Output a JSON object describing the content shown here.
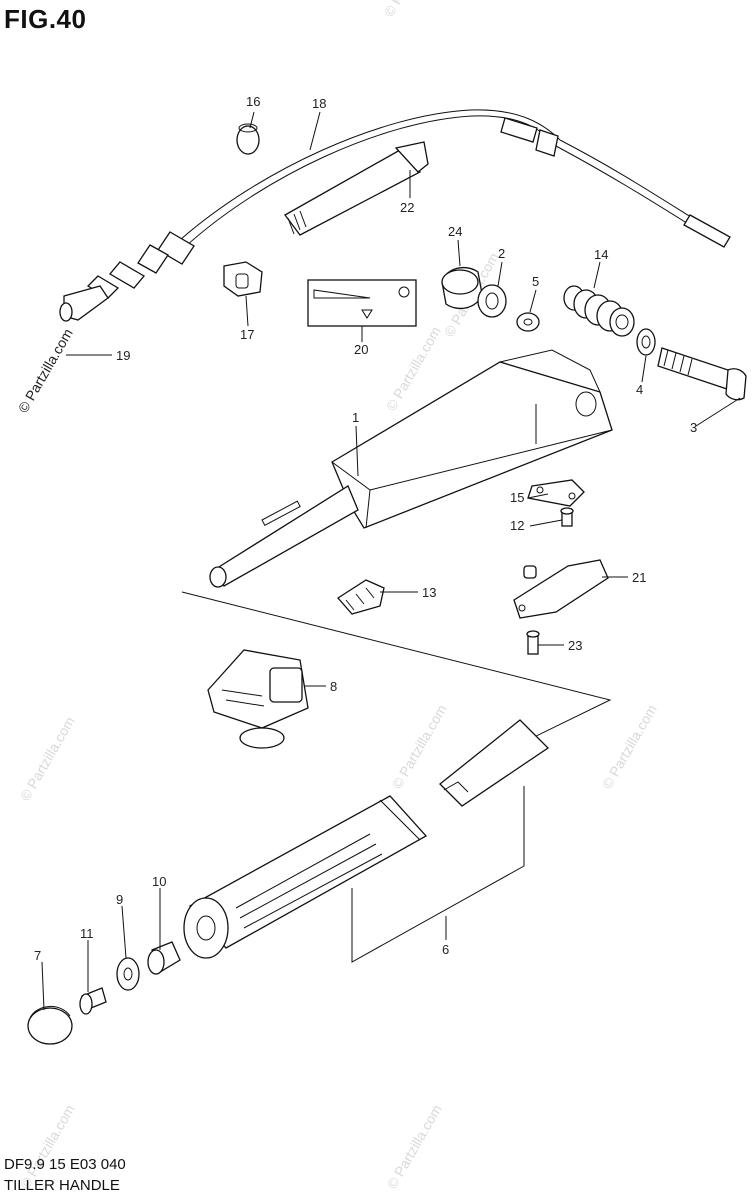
{
  "figure": {
    "title": "FIG.40",
    "code": "DF9.9 15 E03 040",
    "name": "TILLER HANDLE"
  },
  "watermark": {
    "text": "© Partzilla.com"
  },
  "parts": [
    {
      "id": "1",
      "label": "1"
    },
    {
      "id": "2",
      "label": "2"
    },
    {
      "id": "3",
      "label": "3"
    },
    {
      "id": "4",
      "label": "4"
    },
    {
      "id": "5",
      "label": "5"
    },
    {
      "id": "6",
      "label": "6"
    },
    {
      "id": "7",
      "label": "7"
    },
    {
      "id": "8",
      "label": "8"
    },
    {
      "id": "9",
      "label": "9"
    },
    {
      "id": "10",
      "label": "10"
    },
    {
      "id": "11",
      "label": "11"
    },
    {
      "id": "12",
      "label": "12"
    },
    {
      "id": "13",
      "label": "13"
    },
    {
      "id": "14",
      "label": "14"
    },
    {
      "id": "15",
      "label": "15"
    },
    {
      "id": "16",
      "label": "16"
    },
    {
      "id": "17",
      "label": "17"
    },
    {
      "id": "18",
      "label": "18"
    },
    {
      "id": "19",
      "label": "19"
    },
    {
      "id": "20",
      "label": "20"
    },
    {
      "id": "21",
      "label": "21"
    },
    {
      "id": "22",
      "label": "22"
    },
    {
      "id": "23",
      "label": "23"
    },
    {
      "id": "24",
      "label": "24"
    }
  ]
}
